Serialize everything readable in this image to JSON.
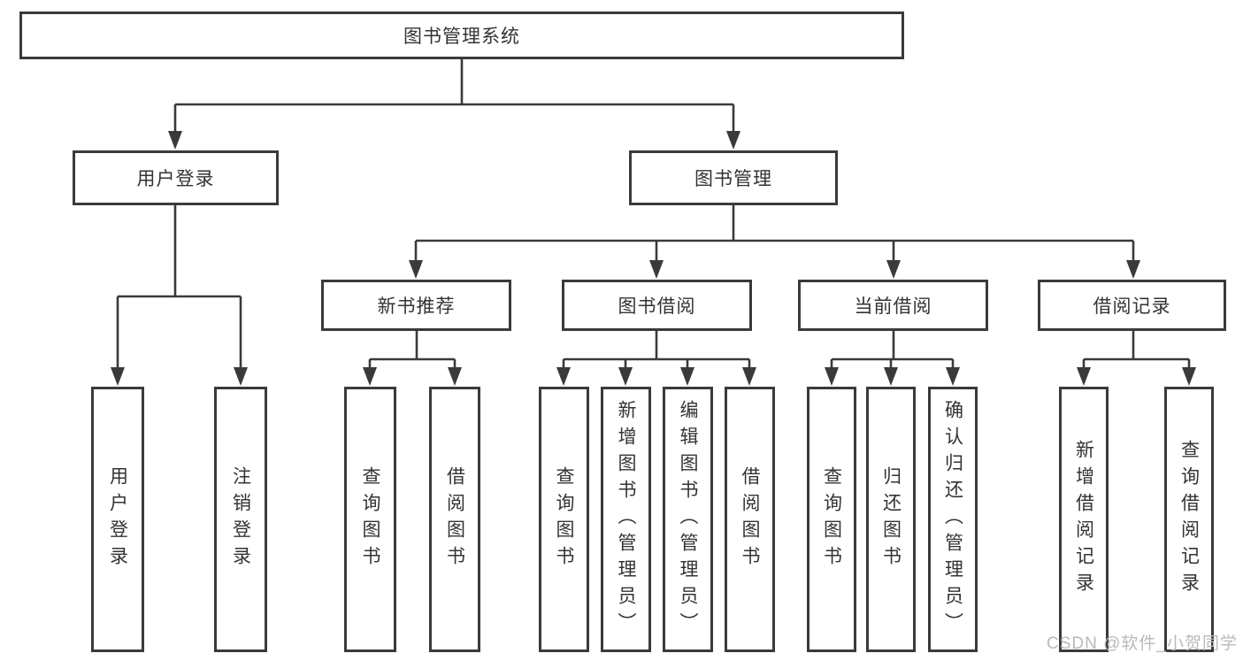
{
  "tree": {
    "root": {
      "label": "图书管理系统"
    },
    "level2": [
      {
        "label": "用户登录",
        "children": [
          "用户登录",
          "注销登录"
        ]
      },
      {
        "label": "图书管理"
      }
    ],
    "level3": [
      {
        "label": "新书推荐",
        "children": [
          "查询图书",
          "借阅图书"
        ]
      },
      {
        "label": "图书借阅",
        "children": [
          "查询图书",
          "新增图书（管理员）",
          "编辑图书（管理员）",
          "借阅图书"
        ]
      },
      {
        "label": "当前借阅",
        "children": [
          "查询图书",
          "归还图书",
          "确认归还（管理员）"
        ]
      },
      {
        "label": "借阅记录",
        "children": [
          "新增借阅记录",
          "查询借阅记录"
        ]
      }
    ]
  },
  "watermark": "CSDN @软件_小贺同学",
  "colors": {
    "line": "#3a3a3a",
    "text": "#333333",
    "watermark": "#b9b9b9",
    "background": "#ffffff"
  }
}
